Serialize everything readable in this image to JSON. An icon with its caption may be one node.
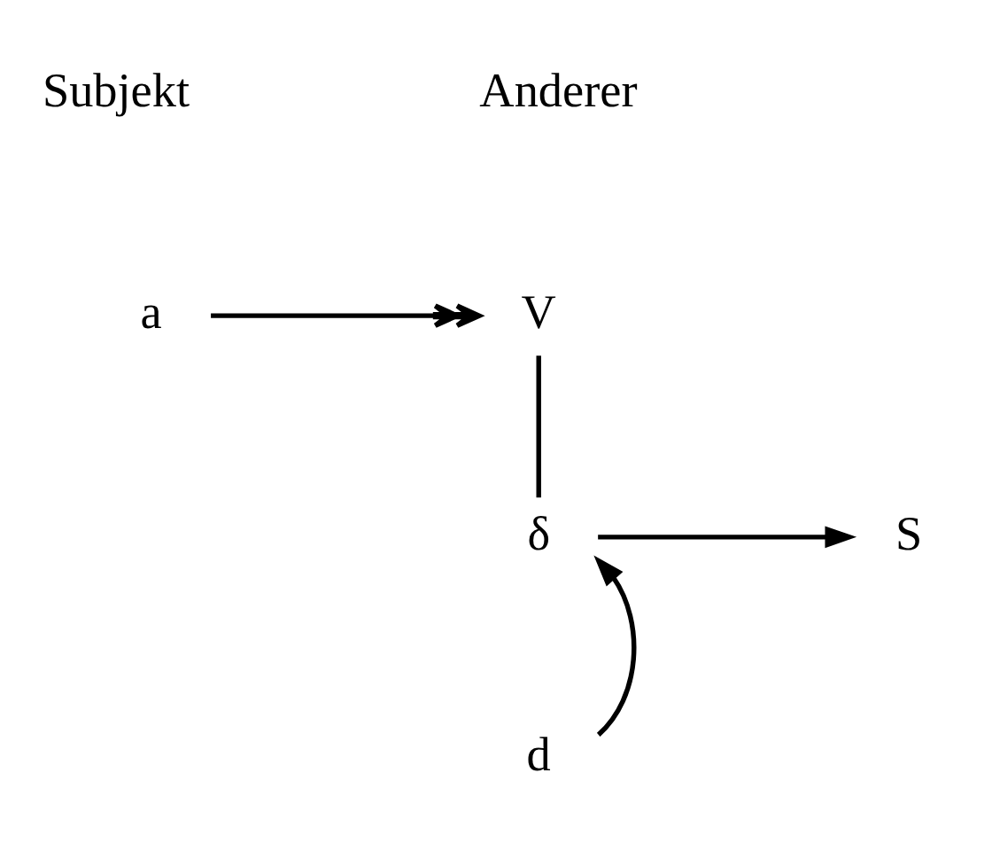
{
  "diagram": {
    "nodes": [
      {
        "text": [
          "a"
        ]
      },
      {
        "text": [
          "V"
        ]
      },
      {
        "text": [
          "δ"
        ]
      },
      {
        "text": [
          "S"
        ]
      },
      {
        "text": [
          "d"
        ]
      }
    ],
    "edges": [
      {
        "from": 0,
        "to": 1,
        "arrow": "to"
      },
      {
        "from": 1,
        "to": 2,
        "arrow": "none"
      },
      {
        "from": 2,
        "to": 3,
        "arrow": "to"
      },
      {
        "from": 4,
        "to": 2,
        "arrow": "to"
      }
    ],
    "labels": [
      "Subjekt",
      "Anderer"
    ]
  }
}
